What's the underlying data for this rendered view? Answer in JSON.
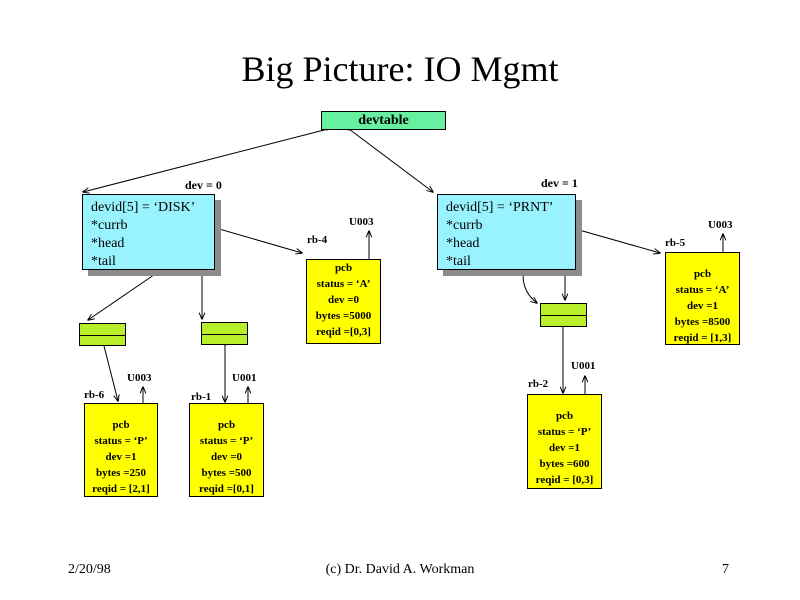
{
  "slide": {
    "title": "Big Picture: IO Mgmt",
    "footer_date": "2/20/98",
    "footer_author": "(c) Dr. David A. Workman",
    "page_number": "7"
  },
  "devtable": {
    "label": "devtable"
  },
  "devices": [
    {
      "dev_label": "dev = 0",
      "lines": [
        "devid[5]  =  ‘DISK’",
        "*currb",
        "*head",
        "*tail"
      ]
    },
    {
      "dev_label": "dev = 1",
      "lines": [
        "devid[5]  =  ‘PRNT’",
        "*currb",
        "*head",
        "*tail"
      ]
    }
  ],
  "request_blocks": [
    {
      "rb": "rb-4",
      "user": "U003",
      "lines": [
        "pcb",
        "status = ‘A’",
        "dev =0",
        "bytes =5000",
        "reqid =[0,3]"
      ]
    },
    {
      "rb": "rb-5",
      "user": "U003",
      "lines": [
        "pcb",
        "status = ‘A’",
        "dev =1",
        "bytes =8500",
        "reqid = [1,3]"
      ]
    },
    {
      "rb": "rb-6",
      "user": "U003",
      "lines": [
        "pcb",
        "status = ‘P’",
        "dev =1",
        "bytes =250",
        "reqid = [2,1]"
      ]
    },
    {
      "rb": "rb-1",
      "user": "U001",
      "lines": [
        "pcb",
        "status = ‘P’",
        "dev =0",
        "bytes =500",
        "reqid =[0,1]"
      ]
    },
    {
      "rb": "rb-2",
      "user": "U001",
      "lines": [
        "pcb",
        "status = ‘P’",
        "dev =1",
        "bytes =600",
        "reqid = [0,3]"
      ]
    }
  ]
}
